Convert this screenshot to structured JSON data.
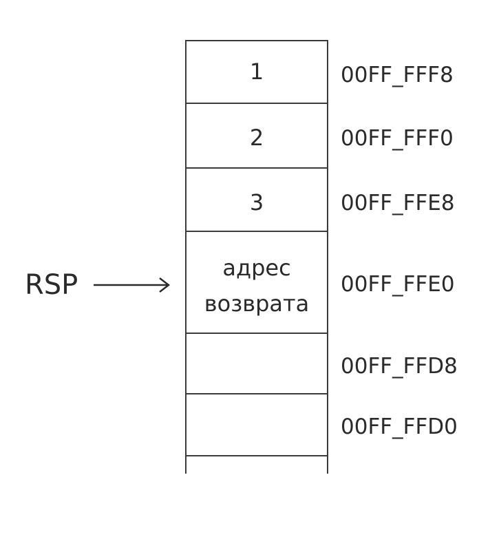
{
  "diagram": {
    "pointer_label": "RSP",
    "pointer_target_index": 3,
    "cells": [
      {
        "content": "1",
        "address": "00FF_FFF8"
      },
      {
        "content": "2",
        "address": "00FF_FFF0"
      },
      {
        "content": "3",
        "address": "00FF_FFE8"
      },
      {
        "content_line1": "адрес",
        "content_line2": "возврата",
        "address": "00FF_FFE0"
      },
      {
        "content": "",
        "address": "00FF_FFD8"
      },
      {
        "content": "",
        "address": "00FF_FFD0"
      }
    ],
    "colors": {
      "line": "#3a3a3a",
      "text": "#2a2a2a",
      "background": "#ffffff"
    }
  }
}
